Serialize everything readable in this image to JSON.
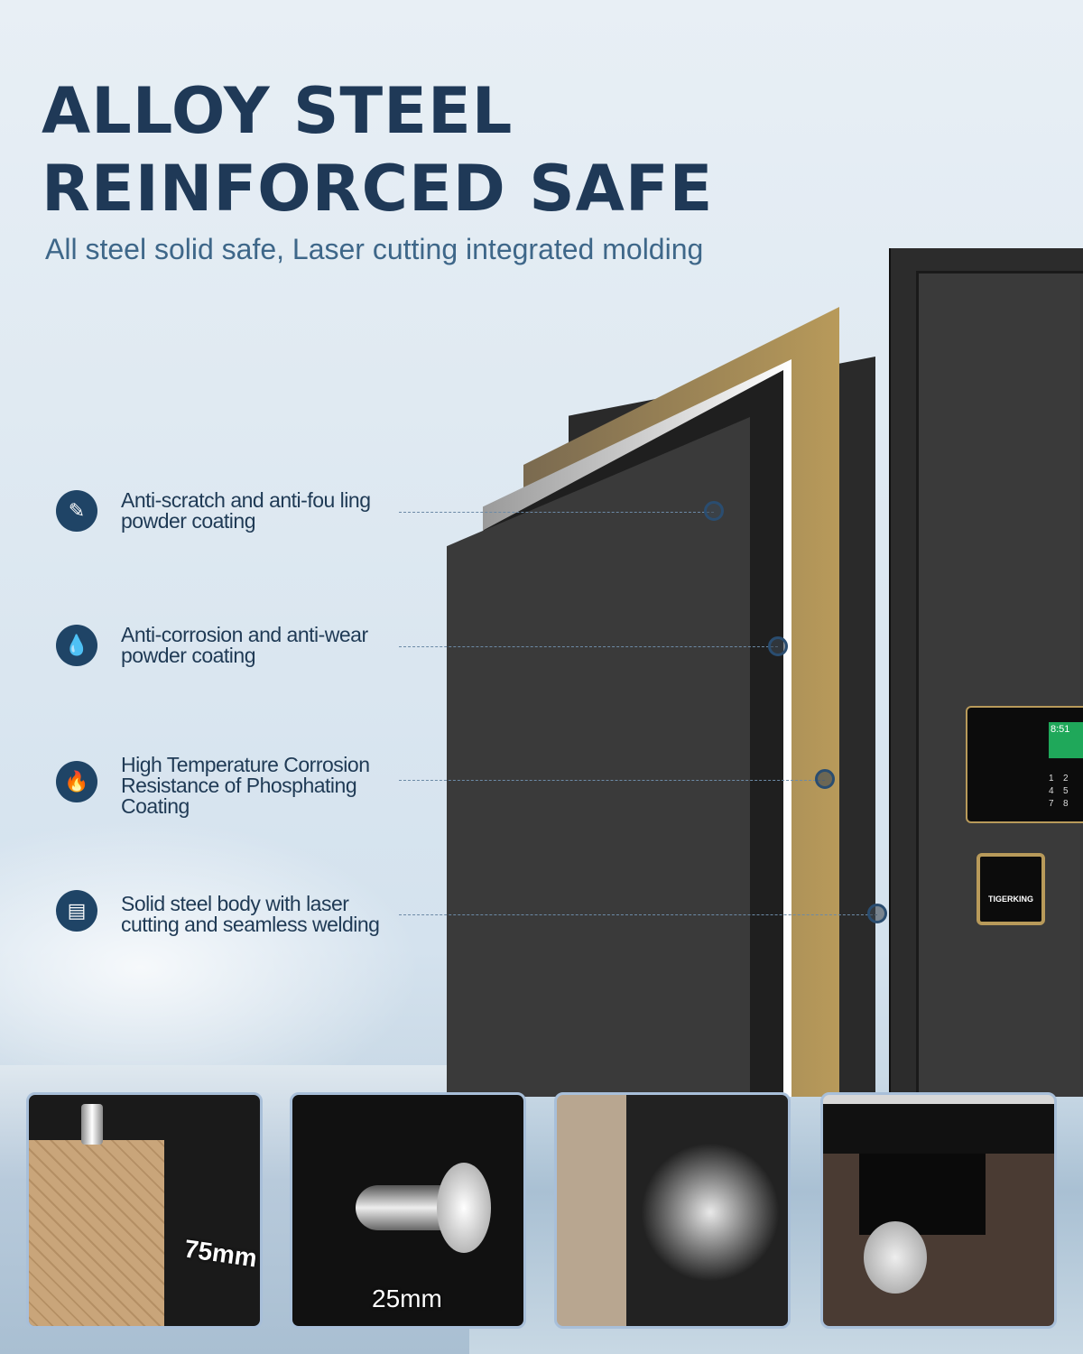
{
  "title_line1": "ALLOY STEEL",
  "title_line2": "REINFORCED SAFE",
  "subtitle": "All steel solid safe, Laser cutting integrated molding",
  "features": [
    {
      "icon": "scalpel-icon",
      "text": "Anti-scratch and anti-fou ling powder coating"
    },
    {
      "icon": "water-drop-icon",
      "text": "Anti-corrosion and anti-wear powder coating"
    },
    {
      "icon": "flame-icon",
      "text": "High Temperature Corrosion Resistance of Phosphating Coating"
    },
    {
      "icon": "steel-bars-icon",
      "text": "Solid steel body with laser cutting and seamless welding"
    }
  ],
  "keypad": {
    "display": "8:51",
    "digits": [
      "1",
      "2",
      "4",
      "5",
      "7",
      "8"
    ]
  },
  "brand": "TIGERKING",
  "thumbnails": [
    {
      "label": "75mm"
    },
    {
      "label": "25mm"
    },
    {
      "label": ""
    },
    {
      "label": ""
    }
  ],
  "colors": {
    "title": "#1f3957",
    "icon_bg": "#1f4466",
    "gold": "#b89a5a",
    "safe": "#2e2e2e"
  }
}
